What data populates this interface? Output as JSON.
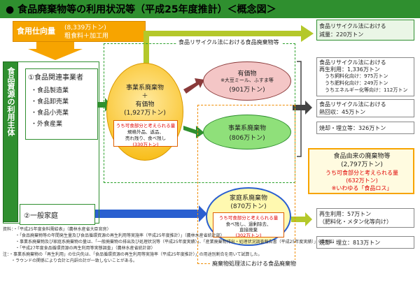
{
  "title": "● 食品廃棄物等の利用状況等（平成25年度推計）＜概念図＞",
  "food_supply": {
    "label": "食用仕向量",
    "value1": "(8,339万トン)",
    "value2": "粗食料＋加工用"
  },
  "main_actor": "食品資源の利用主体",
  "business": {
    "title": "①食品関連事業者",
    "items": [
      "・食品製造業",
      "・食品卸売業",
      "・食品小売業",
      "・外食産業"
    ]
  },
  "household": "②一般家庭",
  "recycling_law_frame": "食品リサイクル法における食品廃棄物等",
  "waste_law_frame": "廃棄物処理法における食品廃棄物",
  "oval_business": {
    "line1": "事業系廃棄物",
    "line2": "＋",
    "line3": "有価物",
    "line4": "(1,927万トン)",
    "sub_title": "うち可食部分と考えられる量",
    "sub_line1": "規格外品、返品、",
    "sub_line2": "売れ残り、食べ残し",
    "sub_line3": "(330万トン)"
  },
  "oval_valuable": {
    "line1": "有価物",
    "line2": "※大豆ミール、ふすま等",
    "line3": "(901万トン)"
  },
  "oval_business_waste": {
    "line1": "事業系廃棄物",
    "line2": "(806万トン)"
  },
  "oval_household": {
    "line1": "家庭系廃棄物",
    "line2": "(870万トン)",
    "sub_title": "うち可食部分と考えられる量",
    "sub_line1": "食べ残し、過剰除去、",
    "sub_line2": "直接廃棄",
    "sub_line3": "(302万トン)"
  },
  "right": {
    "reduction_line1": "食品リサイクル法における",
    "reduction_line2": "減量：220万トン",
    "recycle_line1": "食品リサイクル法における",
    "recycle_line2": "再生利用：1,336万トン",
    "recycle_line3": "うち飼料化向け：975万トン",
    "recycle_line4": "うち肥料化向け：249万トン",
    "recycle_line5": "うちエネルギー化等向け：112万トン",
    "heat_line1": "食品リサイクル法における",
    "heat_line2": "熱回収：45万トン",
    "incin1": "焼却・埋立等：326万トン",
    "food_origin_title": "食品由来の廃棄物等",
    "food_origin_value": "(2,797万トン)",
    "food_origin_sub": "うち可食部分と考えられる量",
    "food_origin_sub_val": "(632万トン)",
    "food_origin_note": "※いわゆる「食品ロス」",
    "regen_line1": "再生利用：57万トン",
    "regen_line2": "（肥料化・メタン化等向け）",
    "incin2": "焼却・埋立：813万トン"
  },
  "notes": [
    "資料：・「平成25年度食料需給表」（農林水産省大臣官房）",
    "　　　・「食品廃棄物等の年間発生量及び食品循環資源の再生利用等実施率（平成25年度推計）」（農林水産省統計部）",
    "　　　・事業系廃棄物及び家庭系廃棄物の量は、「一般廃棄物の排出及び処理状況等（平成25年度実績）」、「産業廃棄物排出・処理状況調査報告書（平成25年度実績）」（環境省）",
    "　　　・「平成27年度食品循環資源の再生利用等実態調査」（農林水産省統計部）",
    "注：・事業系廃棄物の「再生利用」の仕向先は、「食品循環資源の再生利用等実施率（平成25年度推計）」の用途別割合を用いて試算した。",
    "　　・ラウンドの関係により合計と内訳の計が一致しないことがある。"
  ],
  "colors": {
    "title_green": "#2f8f2f",
    "orange": "#f7a400",
    "red_text": "#e00000",
    "blue_arrow": "#2a5fd0"
  }
}
